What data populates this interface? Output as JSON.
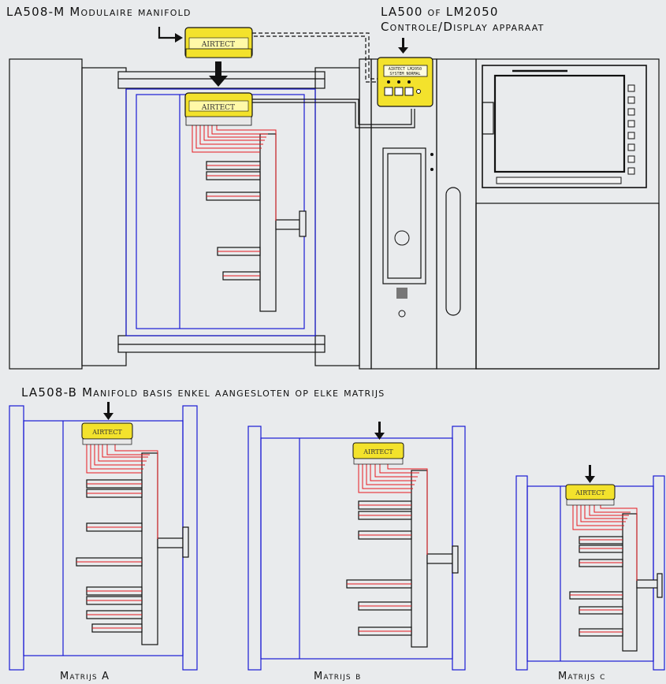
{
  "labels": {
    "modular_manifold": "LA508-M Modulaire manifold",
    "controller_line1": "LA500 of LM2050",
    "controller_line2": "Controle/Display apparaat",
    "base_manifold": "LA508-B Manifold basis enkel aangesloten op elke matrijs",
    "mold_a": "Matrijs A",
    "mold_b": "Matrijs b",
    "mold_c": "Matrijs c"
  },
  "device": {
    "brand_text": "AIRTECT",
    "display_line1": "AIRTECT LM2050",
    "display_line2": "SYSTEM NORMAL"
  },
  "colors": {
    "line": "#111111",
    "mold": "#1a1ad4",
    "tube": "#e8191e",
    "device": "#f3e22c",
    "background": "#e9ebed"
  }
}
